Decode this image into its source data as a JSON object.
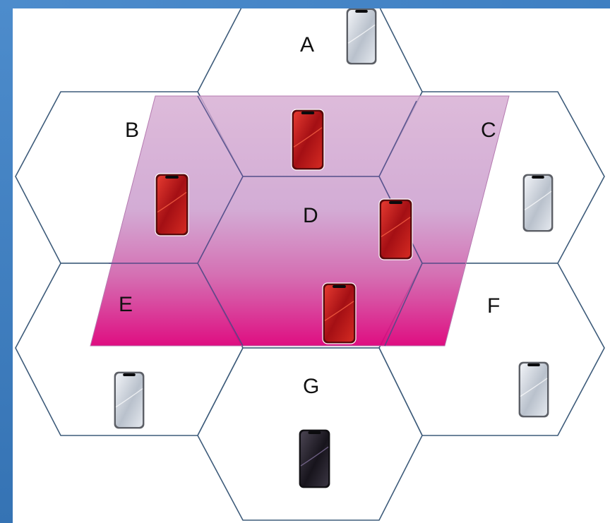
{
  "diagram": {
    "cells": [
      {
        "id": "A",
        "label": "A",
        "device": "phone-silver"
      },
      {
        "id": "B",
        "label": "B",
        "device": "phone-red"
      },
      {
        "id": "C",
        "label": "C",
        "device": "phone-silver"
      },
      {
        "id": "D",
        "label": "D",
        "device": "phone-red"
      },
      {
        "id": "E",
        "label": "E",
        "device": "phone-silver"
      },
      {
        "id": "F",
        "label": "F",
        "device": "phone-silver"
      },
      {
        "id": "G",
        "label": "G",
        "device": "phone-black"
      }
    ],
    "overlay": {
      "name": "highlighted-region",
      "colors": {
        "top": "#d6acd2",
        "bottom": "#dd007a"
      }
    },
    "phone_colors": {
      "phone-silver": "#d6dbe2",
      "phone-red": "#c0141a",
      "phone-black": "#26222b"
    },
    "border_color": "#3d5b7a"
  }
}
